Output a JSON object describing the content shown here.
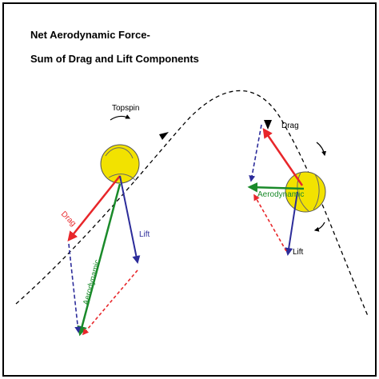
{
  "title": {
    "line1": "Net Aerodynamic Force-",
    "line2": "Sum of Drag and Lift Components"
  },
  "left_ball": {
    "rotation_label": "Topspin",
    "drag_label": "Drag",
    "lift_label": "Lift",
    "net_label": "Aerodynamic"
  },
  "right_ball": {
    "drag_label": "Drag",
    "lift_label": "Lift",
    "net_label": "Aerodynamic"
  },
  "colors": {
    "ball": "#f2e200",
    "drag": "#e8262a",
    "lift": "#2c2c9a",
    "net": "#1a8a2a",
    "trajectory": "#000000",
    "frame": "#000000"
  }
}
